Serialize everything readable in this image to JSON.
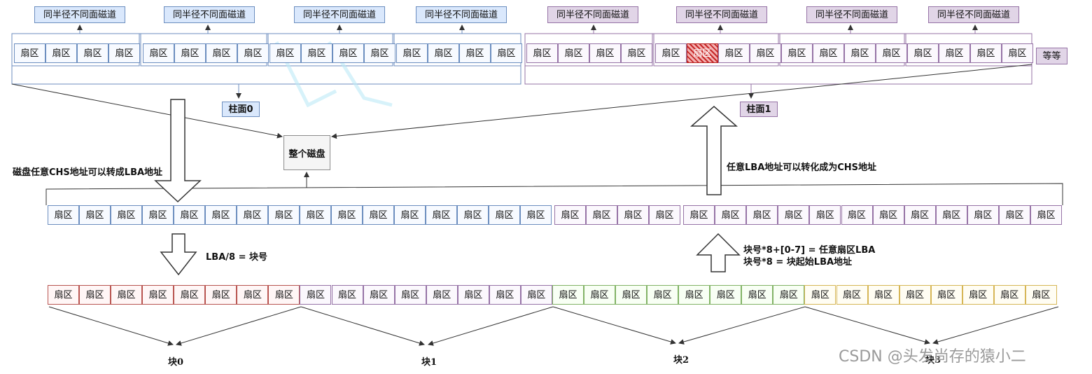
{
  "sector_label": "扇区",
  "track_label": "同半径不同面磁道",
  "cylinder0": {
    "label": "柱面0"
  },
  "cylinder1": {
    "label": "柱面1"
  },
  "etc_label": "等等",
  "disk_label": "整个磁盘",
  "chs_to_lba_note": "磁盘任意CHS地址可以转成LBA地址",
  "lba_to_chs_note": "任意LBA地址可以转化成为CHS地址",
  "lba_div_note": "LBA/8 = 块号",
  "block_formula_1": "块号*8+[0-7] = 任意扇区LBA",
  "block_formula_2": "块号*8 = 块起始LBA地址",
  "blocks": [
    "块0",
    "块1",
    "块2",
    "块3"
  ],
  "watermark": "CSDN @头发尚存的猿小二",
  "colors": {
    "blue_border": "#6c8ebf",
    "blue_fill": "#dae8fc",
    "purple_border": "#9673a6",
    "purple_fill": "#e1d5e7",
    "red_border": "#b85450",
    "green_border": "#82b366",
    "yellow_border": "#d6b656"
  }
}
